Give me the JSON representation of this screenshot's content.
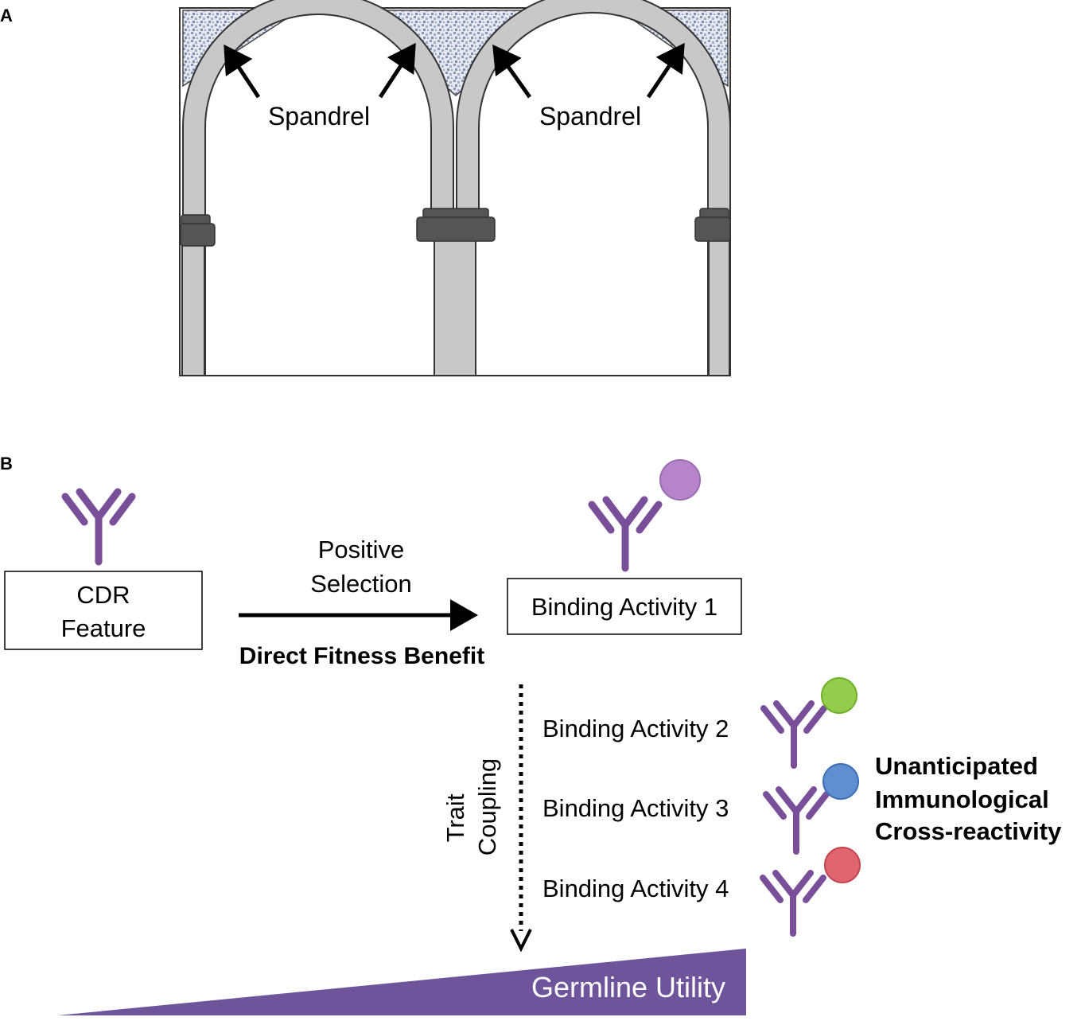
{
  "panel_a": {
    "label": "A",
    "spandrel_labels": [
      "Spandrel",
      "Spandrel"
    ]
  },
  "panel_b": {
    "label": "B",
    "cdr_box": {
      "line1": "CDR",
      "line2": "Feature"
    },
    "selection": {
      "line1": "Positive",
      "line2": "Selection"
    },
    "direct_benefit": "Direct Fitness Benefit",
    "binding_activity_1": "Binding Activity 1",
    "binding_activities": [
      "Binding Activity 2",
      "Binding Activity 3",
      "Binding Activity 4"
    ],
    "trait_coupling": {
      "line1": "Trait",
      "line2": "Coupling"
    },
    "cross_reactivity": {
      "line1": "Unanticipated",
      "line2": "Immunological",
      "line3": "Cross-reactivity"
    },
    "germline_utility": "Germline Utility"
  },
  "colors": {
    "antibody": "#7a4f9a",
    "ligand_1": "#b784cc",
    "ligand_2": "#94cc4c",
    "ligand_3": "#5e8fd1",
    "ligand_4": "#e06570",
    "arch_fill": "#c8c8c8",
    "capital_fill": "#555555",
    "utility_wedge": "#6e559b",
    "spandrel_pattern": "#8a97b8"
  }
}
